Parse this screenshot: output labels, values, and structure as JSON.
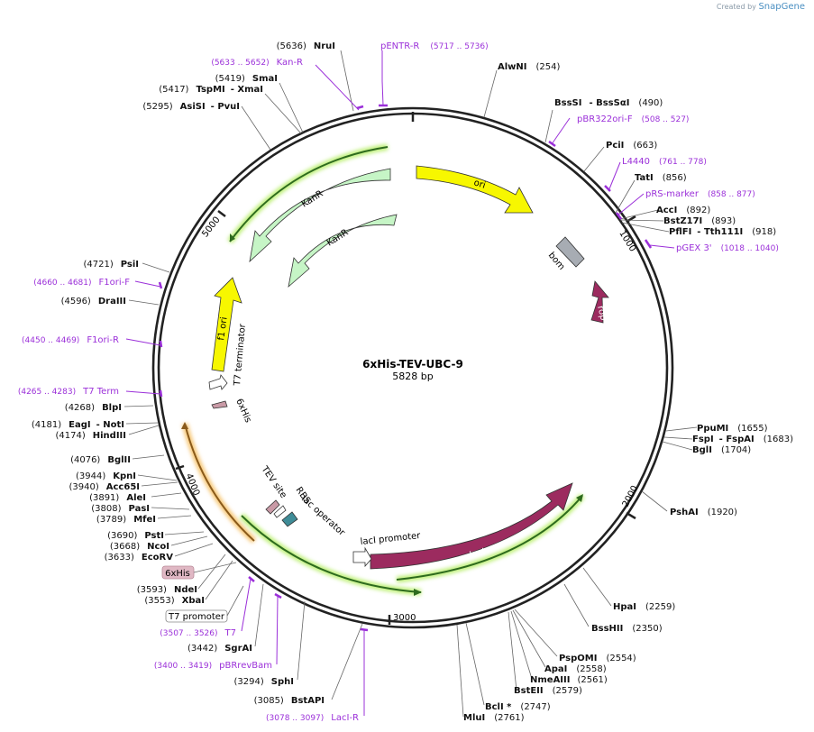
{
  "watermark": {
    "prefix": "Created by",
    "brand": "SnapGene"
  },
  "plasmid": {
    "name": "6xHis-TEV-UBC-9",
    "length_label": "5828 bp",
    "length": 5828
  },
  "ticks": [
    "1000",
    "2000",
    "3000",
    "4000",
    "5000"
  ],
  "enzymes_right": [
    {
      "pos": "(254)",
      "name": "AlwNI"
    },
    {
      "pos": "(490)",
      "name": "BssSI",
      "name2": "BssSαI"
    },
    {
      "pos": "(663)",
      "name": "PciI"
    },
    {
      "pos": "(856)",
      "name": "TatI"
    },
    {
      "pos": "(892)",
      "name": "AccI"
    },
    {
      "pos": "(893)",
      "name": "BstZ17I"
    },
    {
      "pos": "(918)",
      "name": "PflFI",
      "name2": "Tth111I"
    },
    {
      "pos": "(1655)",
      "name": "PpuMI"
    },
    {
      "pos": "(1683)",
      "name": "FspI",
      "name2": "FspAI"
    },
    {
      "pos": "(1704)",
      "name": "BglI"
    },
    {
      "pos": "(1920)",
      "name": "PshAI"
    },
    {
      "pos": "(2259)",
      "name": "HpaI"
    },
    {
      "pos": "(2350)",
      "name": "BssHII"
    },
    {
      "pos": "(2554)",
      "name": "PspOMI"
    },
    {
      "pos": "(2558)",
      "name": "ApaI"
    },
    {
      "pos": "(2561)",
      "name": "NmeAIII"
    },
    {
      "pos": "(2579)",
      "name": "BstEII"
    },
    {
      "pos": "(2747)",
      "name": "BclI *"
    },
    {
      "pos": "(2761)",
      "name": "MluI"
    }
  ],
  "enzymes_left": [
    {
      "pos": "(5636)",
      "name": "NruI"
    },
    {
      "pos": "(5419)",
      "name": "SmaI"
    },
    {
      "pos": "(5417)",
      "name": "TspMI",
      "name2": "XmaI"
    },
    {
      "pos": "(5295)",
      "name": "AsiSI",
      "name2": "PvuI"
    },
    {
      "pos": "(4721)",
      "name": "PsiI"
    },
    {
      "pos": "(4596)",
      "name": "DraIII"
    },
    {
      "pos": "(4268)",
      "name": "BlpI"
    },
    {
      "pos": "(4181)",
      "name": "EagI",
      "name2": "NotI"
    },
    {
      "pos": "(4174)",
      "name": "HindIII"
    },
    {
      "pos": "(4076)",
      "name": "BglII"
    },
    {
      "pos": "(3944)",
      "name": "KpnI"
    },
    {
      "pos": "(3940)",
      "name": "Acc65I"
    },
    {
      "pos": "(3891)",
      "name": "AleI"
    },
    {
      "pos": "(3808)",
      "name": "PasI"
    },
    {
      "pos": "(3789)",
      "name": "MfeI"
    },
    {
      "pos": "(3690)",
      "name": "PstI"
    },
    {
      "pos": "(3668)",
      "name": "NcoI"
    },
    {
      "pos": "(3633)",
      "name": "EcoRV"
    },
    {
      "pos": "(3593)",
      "name": "NdeI"
    },
    {
      "pos": "(3553)",
      "name": "XbaI"
    },
    {
      "pos": "(3442)",
      "name": "SgrAI"
    },
    {
      "pos": "(3294)",
      "name": "SphI"
    },
    {
      "pos": "(3085)",
      "name": "BstAPI"
    }
  ],
  "primers": [
    {
      "name": "pENTR-R",
      "range": "(5717 .. 5736)"
    },
    {
      "name": "Kan-R",
      "range": "(5633 .. 5652)"
    },
    {
      "name": "pBR322ori-F",
      "range": "(508 .. 527)"
    },
    {
      "name": "L4440",
      "range": "(761 .. 778)"
    },
    {
      "name": "pRS-marker",
      "range": "(858 .. 877)"
    },
    {
      "name": "pGEX 3'",
      "range": "(1018 .. 1040)"
    },
    {
      "name": "F1ori-F",
      "range": "(4660 .. 4681)"
    },
    {
      "name": "F1ori-R",
      "range": "(4450 .. 4469)"
    },
    {
      "name": "T7 Term",
      "range": "(4265 .. 4283)"
    },
    {
      "name": "T7",
      "range": "(3507 .. 3526)"
    },
    {
      "name": "pBRrevBam",
      "range": "(3400 .. 3419)"
    },
    {
      "name": "LacI-R",
      "range": "(3078 .. 3097)"
    }
  ],
  "features": {
    "ori": "ori",
    "bom": "bom",
    "rop": "rop",
    "kanr_1": "KanR",
    "kanr_2": "KanR",
    "f1ori": "f1 ori",
    "t7_terminator": "T7 terminator",
    "his_inner": "6xHis",
    "laci": "lacI",
    "laci_promoter": "lacI promoter",
    "tev_site": "TEV site",
    "rbs": "RBS",
    "lac_operator": "lac operator",
    "his_box": "6xHis",
    "t7_promoter": "T7 promoter"
  },
  "colors": {
    "backbone": "#222222",
    "enzyme_text": "#111111",
    "primer": "#9b30d9",
    "ori": "#f7f700",
    "kanr": "#c6f5c6",
    "laci": "#9c2b5f",
    "bom": "#a7acb3",
    "his": "#c99aa6",
    "orf_glow": "#bff07a",
    "orf_glow_orange": "#f7c878"
  }
}
